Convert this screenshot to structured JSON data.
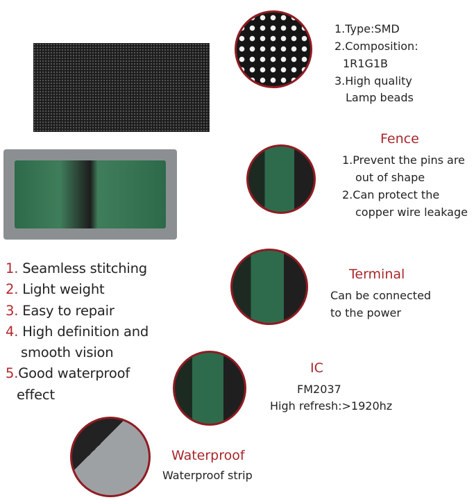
{
  "features": {
    "smd": {
      "lines": [
        "1.Type:SMD",
        "2.Composition:",
        "1R1G1B",
        "3.High quality",
        "Lamp beads"
      ]
    },
    "fence": {
      "title": "Fence",
      "lines": [
        "1.Prevent the pins are",
        "out of shape",
        "2.Can protect the",
        "copper wire leakage"
      ]
    },
    "terminal": {
      "title": "Terminal",
      "lines": [
        "Can be connected",
        "to the power"
      ]
    },
    "ic": {
      "title": "IC",
      "lines": [
        "FM2037",
        "High refresh:>1920hz"
      ]
    },
    "waterproof": {
      "title": "Waterproof",
      "lines": [
        "Waterproof strip"
      ]
    }
  },
  "advantages": [
    {
      "num": "1.",
      "text": " Seamless stitching"
    },
    {
      "num": "2.",
      "text": " Light weight"
    },
    {
      "num": "3.",
      "text": " Easy to repair"
    },
    {
      "num": "4.",
      "text": " High definition and"
    },
    {
      "num": "",
      "text": "smooth vision"
    },
    {
      "num": "5.",
      "text": "Good waterproof"
    },
    {
      "num": "",
      "text": "effect"
    }
  ],
  "colors": {
    "accent": "#a8262a"
  }
}
